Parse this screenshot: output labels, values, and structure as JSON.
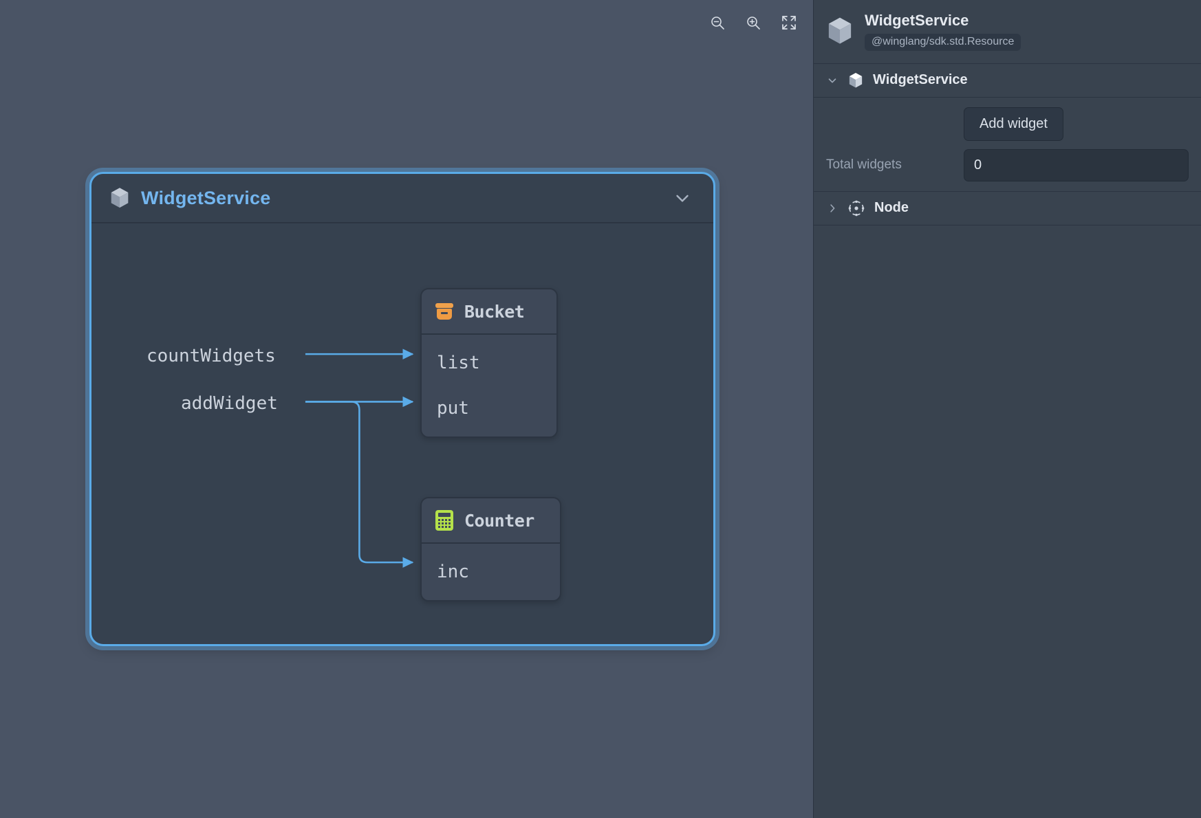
{
  "canvas": {
    "toolbar": [
      {
        "name": "zoom-out-icon",
        "label": "Zoom out"
      },
      {
        "name": "zoom-in-icon",
        "label": "Zoom in"
      },
      {
        "name": "fit-to-screen-icon",
        "label": "Fit to screen"
      }
    ],
    "root_node": {
      "title": "WidgetService",
      "icon": "cube-icon",
      "collapse_icon": "chevron-down-icon"
    },
    "source_labels": [
      {
        "id": "countWidgets",
        "text": "countWidgets"
      },
      {
        "id": "addWidget",
        "text": "addWidget"
      }
    ],
    "resources": [
      {
        "id": "bucket",
        "title": "Bucket",
        "icon": "bucket-icon",
        "methods": [
          "list",
          "put"
        ]
      },
      {
        "id": "counter",
        "title": "Counter",
        "icon": "calculator-icon",
        "methods": [
          "inc"
        ]
      }
    ],
    "edges": [
      {
        "from": "countWidgets",
        "to": "Bucket.list"
      },
      {
        "from": "addWidget",
        "to": "Bucket.put"
      },
      {
        "from": "addWidget",
        "to": "Counter.inc"
      }
    ],
    "colors": {
      "edge": "#5aabe8",
      "root_border": "#5aabe8",
      "root_title": "#74b6ef",
      "bucket_icon": "#ef9b43",
      "counter_icon": "#b5e24a",
      "canvas_bg": "#4a5465",
      "node_bg": "#36414f"
    }
  },
  "sidebar": {
    "header": {
      "icon": "cube-icon",
      "title": "WidgetService",
      "badge": "@winglang/sdk.std.Resource"
    },
    "sections": [
      {
        "id": "widgetservice",
        "title": "WidgetService",
        "icon": "cube-icon",
        "caret": "chevron-down-icon",
        "expanded": true,
        "fields": [
          {
            "type": "button",
            "label": "",
            "value": "Add widget",
            "name": "add-widget-button"
          },
          {
            "type": "input",
            "label": "Total widgets",
            "value": "0",
            "name": "total-widgets-input"
          }
        ]
      },
      {
        "id": "node",
        "title": "Node",
        "icon": "node-dot-icon",
        "caret": "chevron-right-icon",
        "expanded": false,
        "fields": []
      }
    ]
  }
}
